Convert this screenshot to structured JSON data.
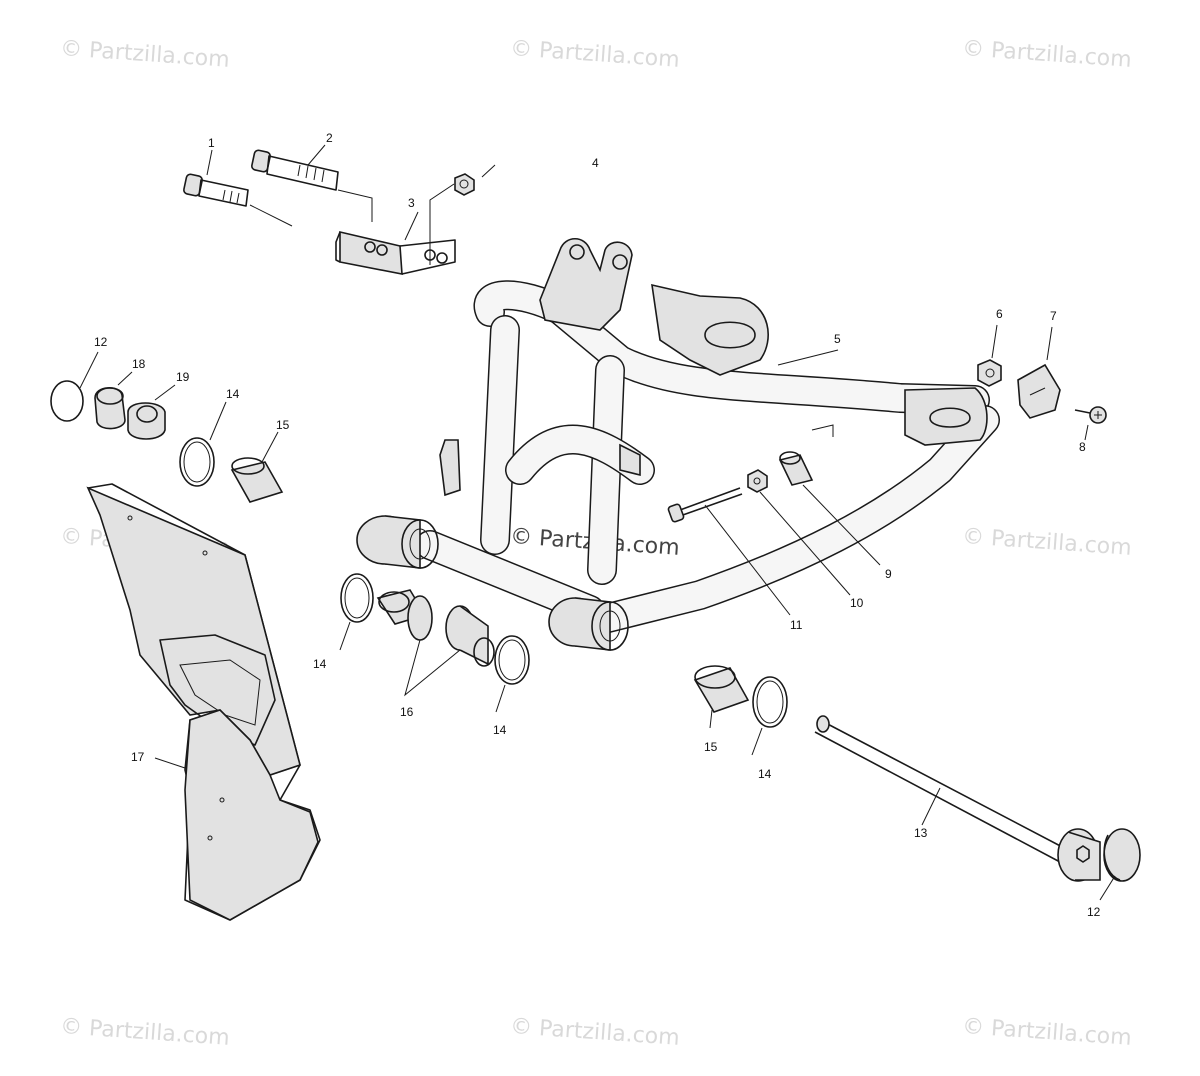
{
  "watermark": {
    "text": "© Partzilla.com",
    "color": "#d9d9d9"
  },
  "callouts": {
    "c1": "1",
    "c2": "2",
    "c3": "3",
    "c4": "4",
    "c5": "5",
    "c6": "6",
    "c7": "7",
    "c8": "8",
    "c9": "9",
    "c10": "10",
    "c11": "11",
    "c12a": "12",
    "c12b": "12",
    "c13": "13",
    "c14a": "14",
    "c14b": "14",
    "c14c": "14",
    "c14d": "14",
    "c15a": "15",
    "c15b": "15",
    "c16": "16",
    "c17": "17",
    "c18": "18",
    "c19": "19"
  }
}
